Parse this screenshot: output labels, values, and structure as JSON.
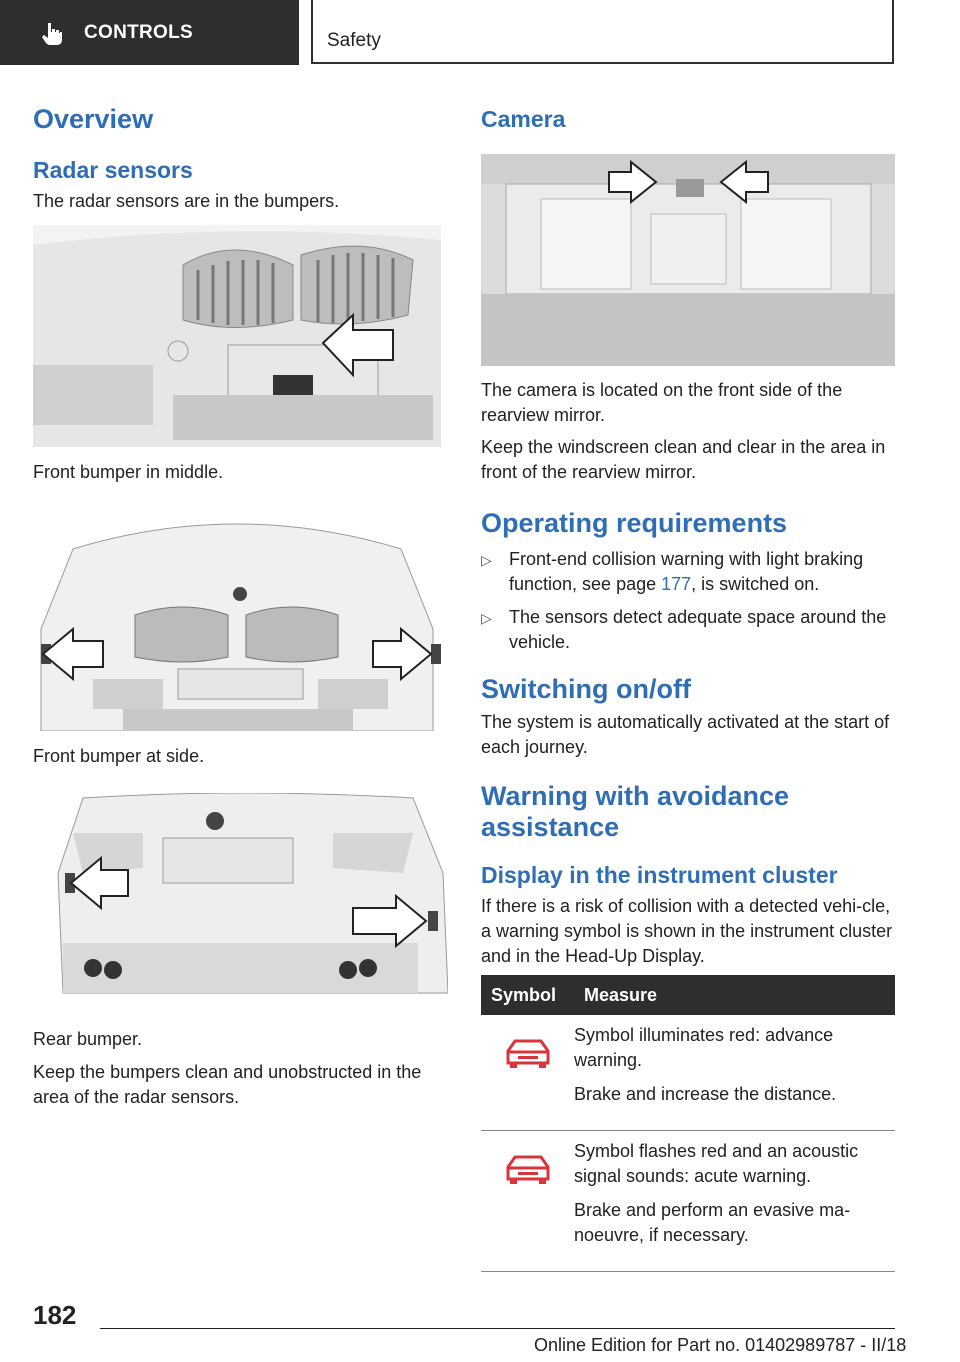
{
  "header": {
    "section": "CONTROLS",
    "topic": "Safety"
  },
  "left": {
    "h_overview": "Overview",
    "h_radar": "Radar sensors",
    "radar_intro": "The radar sensors are in the bumpers.",
    "cap1": "Front bumper in middle.",
    "cap2": "Front bumper at side.",
    "cap3": "Rear bumper.",
    "keep_clean": "Keep the bumpers clean and unobstructed in the area of the radar sensors."
  },
  "right": {
    "h_camera": "Camera",
    "camera_p1": "The camera is located on the front side of the rearview mirror.",
    "camera_p2": "Keep the windscreen clean and clear in the area in front of the rearview mirror.",
    "h_operating": "Operating requirements",
    "req1_pre": "Front-end collision warning with light braking function, see page ",
    "req1_link": "177",
    "req1_post": ", is switched on.",
    "req2": "The sensors detect adequate space around the vehicle.",
    "h_switching": "Switching on/off",
    "switching_p": "The system is automatically activated at the start of each journey.",
    "h_warning": "Warning with avoidance assistance",
    "h_display": "Display in the instrument cluster",
    "display_p": "If there is a risk of collision with a detected vehi-cle, a warning symbol is shown in the instrument cluster and in the Head-Up Display."
  },
  "table": {
    "col_symbol": "Symbol",
    "col_measure": "Measure",
    "rows": [
      {
        "icon": "car-warning-icon",
        "line1": "Symbol illuminates red: advance warning.",
        "line2": "Brake and increase the distance."
      },
      {
        "icon": "car-warning-icon",
        "line1": "Symbol flashes red and an acoustic signal sounds: acute warning.",
        "line2": "Brake and perform an evasive ma-noeuvre, if necessary."
      }
    ]
  },
  "footer": {
    "page_number": "182",
    "edition": "Online Edition for Part no. 01402989787 - II/18"
  },
  "colors": {
    "heading_blue": "#2f6eb5",
    "warning_red": "#d9343b",
    "dark_bar": "#2e2e2e"
  }
}
